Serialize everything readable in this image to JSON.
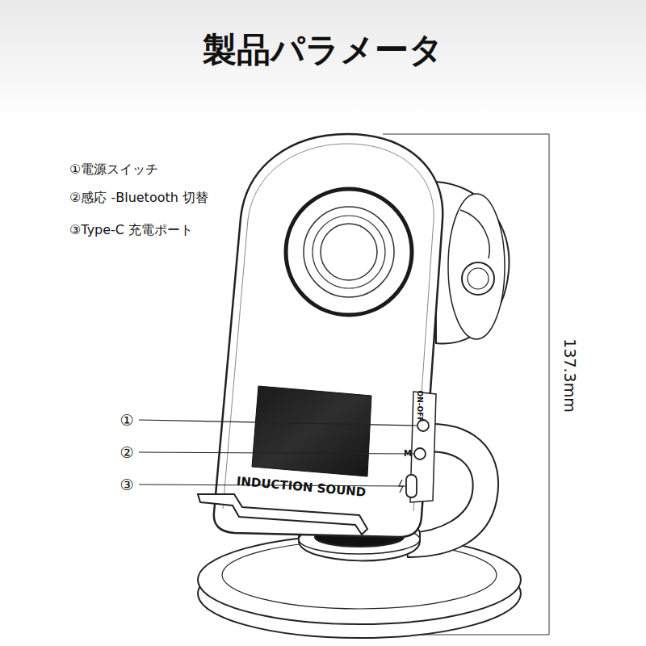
{
  "diagram": {
    "title": "製品パラメータ",
    "labels": [
      "①電源スイッチ",
      "②感応 -Bluetooth 切替",
      "③Type-C 充電ポート",
      "①",
      "②",
      "③",
      "137.3mm",
      "INDUCTION SOUND",
      "ON-OFF",
      "M"
    ]
  }
}
